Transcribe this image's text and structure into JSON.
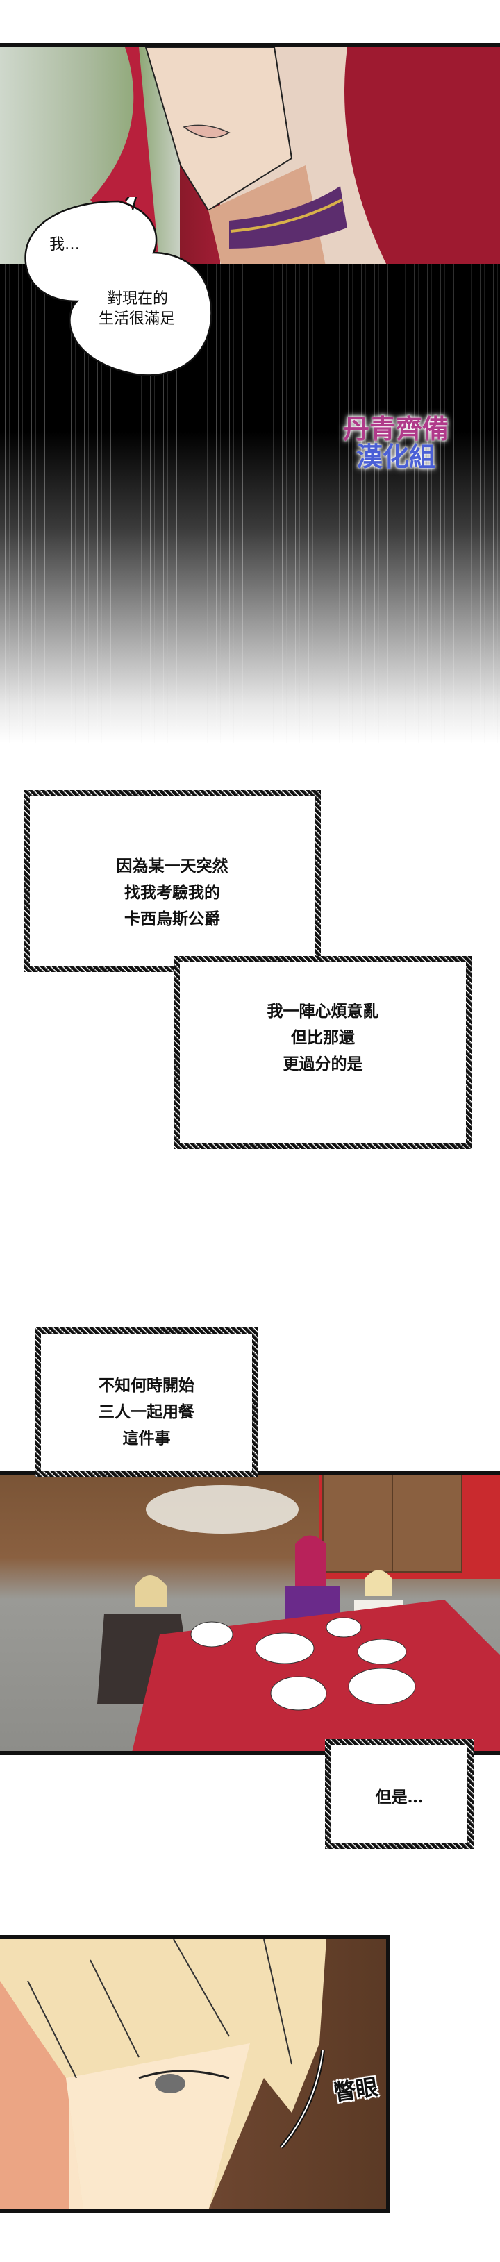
{
  "panel_1": {
    "speech_bubble": {
      "line_1": "我…",
      "line_2": "對現在的",
      "line_3": "生活很滿足"
    }
  },
  "watermark": {
    "line_1": "丹青齊備",
    "line_2": "漢化組"
  },
  "caption_1": {
    "lines": [
      "因為某一天突然",
      "找我考驗我的",
      "卡西烏斯公爵"
    ]
  },
  "caption_2": {
    "lines": [
      "我一陣心煩意亂",
      "但比那還",
      "更過分的是"
    ]
  },
  "caption_3": {
    "lines": [
      "不知何時開始",
      "三人一起用餐",
      "這件事"
    ]
  },
  "caption_4": {
    "text": "但是…"
  },
  "panel_4": {
    "sfx": "瞥眼"
  },
  "colors": {
    "hair_red": "#a01c34",
    "tablecloth": "#c0283a",
    "wall_red": "#c92a2e",
    "blond": "#f1ddb0"
  }
}
